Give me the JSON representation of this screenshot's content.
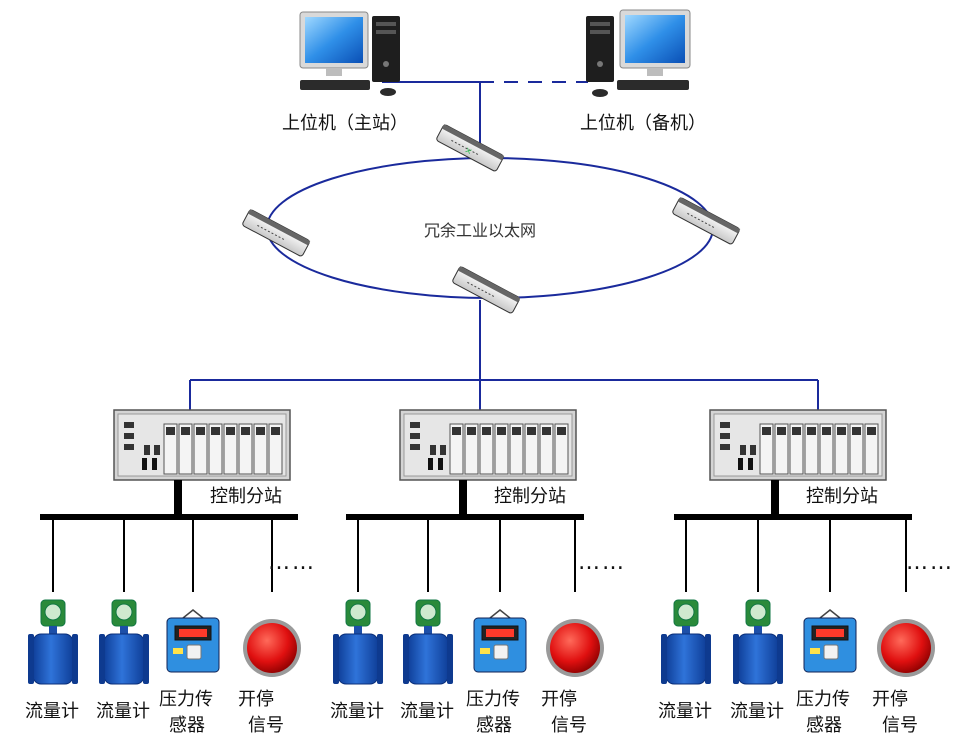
{
  "hosts": {
    "main_label": "上位机（主站）",
    "backup_label": "上位机（备机）"
  },
  "ring": {
    "label": "冗余工业以太网"
  },
  "substations": [
    {
      "label": "控制分站",
      "more": "……",
      "devices": [
        {
          "type": "flowmeter",
          "label": "流量计"
        },
        {
          "type": "flowmeter",
          "label": "流量计"
        },
        {
          "type": "pressure",
          "label": "压力传感器",
          "lines": [
            "压力传",
            "感器"
          ]
        },
        {
          "type": "signal",
          "label": "开停信号",
          "lines": [
            "开停",
            "信号"
          ]
        }
      ]
    },
    {
      "label": "控制分站",
      "more": "……",
      "devices": [
        {
          "type": "flowmeter",
          "label": "流量计"
        },
        {
          "type": "flowmeter",
          "label": "流量计"
        },
        {
          "type": "pressure",
          "label": "压力传感器",
          "lines": [
            "压力传",
            "感器"
          ]
        },
        {
          "type": "signal",
          "label": "开停信号",
          "lines": [
            "开停",
            "信号"
          ]
        }
      ]
    },
    {
      "label": "控制分站",
      "more": "……",
      "devices": [
        {
          "type": "flowmeter",
          "label": "流量计"
        },
        {
          "type": "flowmeter",
          "label": "流量计"
        },
        {
          "type": "pressure",
          "label": "压力传感器",
          "lines": [
            "压力传",
            "感器"
          ]
        },
        {
          "type": "signal",
          "label": "开停信号",
          "lines": [
            "开停",
            "信号"
          ]
        }
      ]
    }
  ],
  "colors": {
    "network_line": "#1a2a9c",
    "bus_line": "#000000",
    "flowmeter_body": "#1f5fc8",
    "pressure_body": "#2f8fe0",
    "signal_red": "#e01010"
  }
}
